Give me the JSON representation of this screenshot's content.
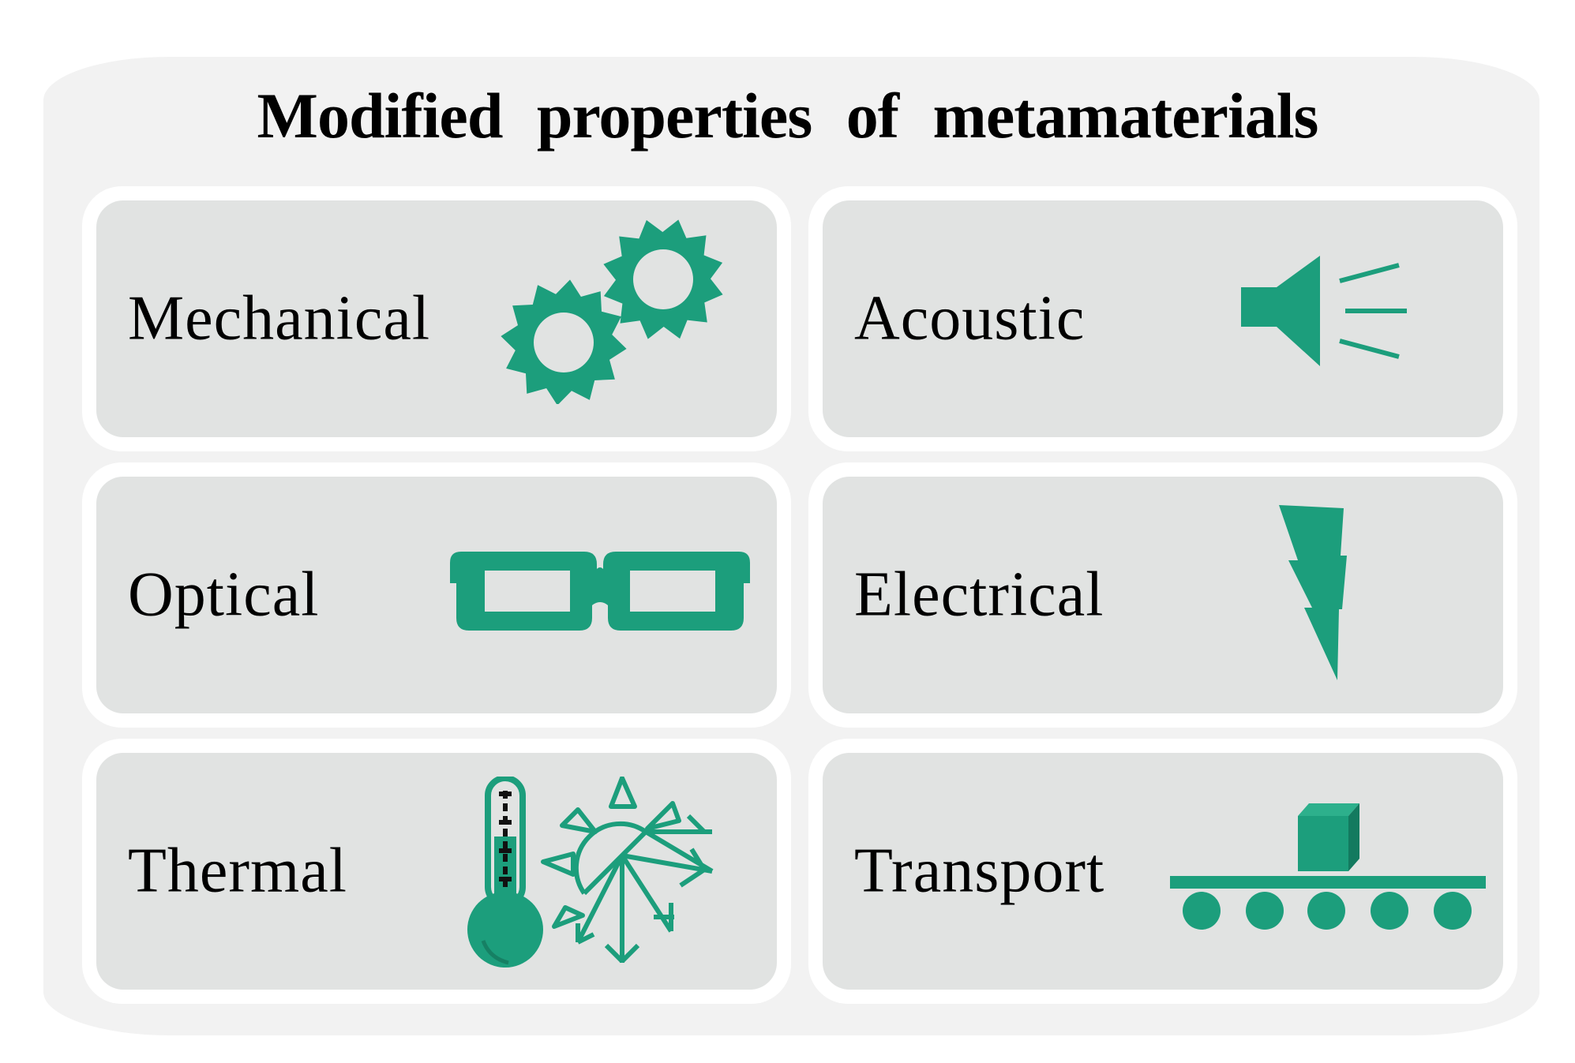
{
  "title": "Modified properties of metamaterials",
  "colors": {
    "accent": "#1c9e7c",
    "panel": "#f2f2f2",
    "card": "#e1e3e2"
  },
  "cards": [
    {
      "label": "Mechanical",
      "icon": "gears-icon"
    },
    {
      "label": "Acoustic",
      "icon": "speaker-icon"
    },
    {
      "label": "Optical",
      "icon": "glasses-icon"
    },
    {
      "label": "Electrical",
      "icon": "lightning-icon"
    },
    {
      "label": "Thermal",
      "icon": "thermometer-sun-snowflake-icon"
    },
    {
      "label": "Transport",
      "icon": "conveyor-belt-icon"
    }
  ]
}
